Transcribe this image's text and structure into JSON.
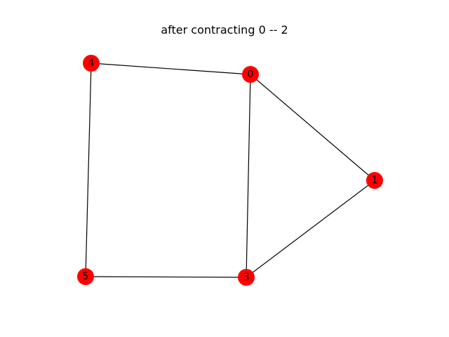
{
  "title": "after contracting 0 -- 2",
  "colors": {
    "node_fill": "#ff0000",
    "edge": "#000000",
    "label": "#000000"
  },
  "graph": {
    "nodes": [
      {
        "id": "0",
        "label": "0"
      },
      {
        "id": "1",
        "label": "1"
      },
      {
        "id": "3",
        "label": "3"
      },
      {
        "id": "4",
        "label": "4"
      },
      {
        "id": "5",
        "label": "5"
      }
    ],
    "edges": [
      {
        "source": "4",
        "target": "0"
      },
      {
        "source": "0",
        "target": "1"
      },
      {
        "source": "0",
        "target": "3"
      },
      {
        "source": "1",
        "target": "3"
      },
      {
        "source": "4",
        "target": "5"
      },
      {
        "source": "5",
        "target": "3"
      }
    ]
  }
}
